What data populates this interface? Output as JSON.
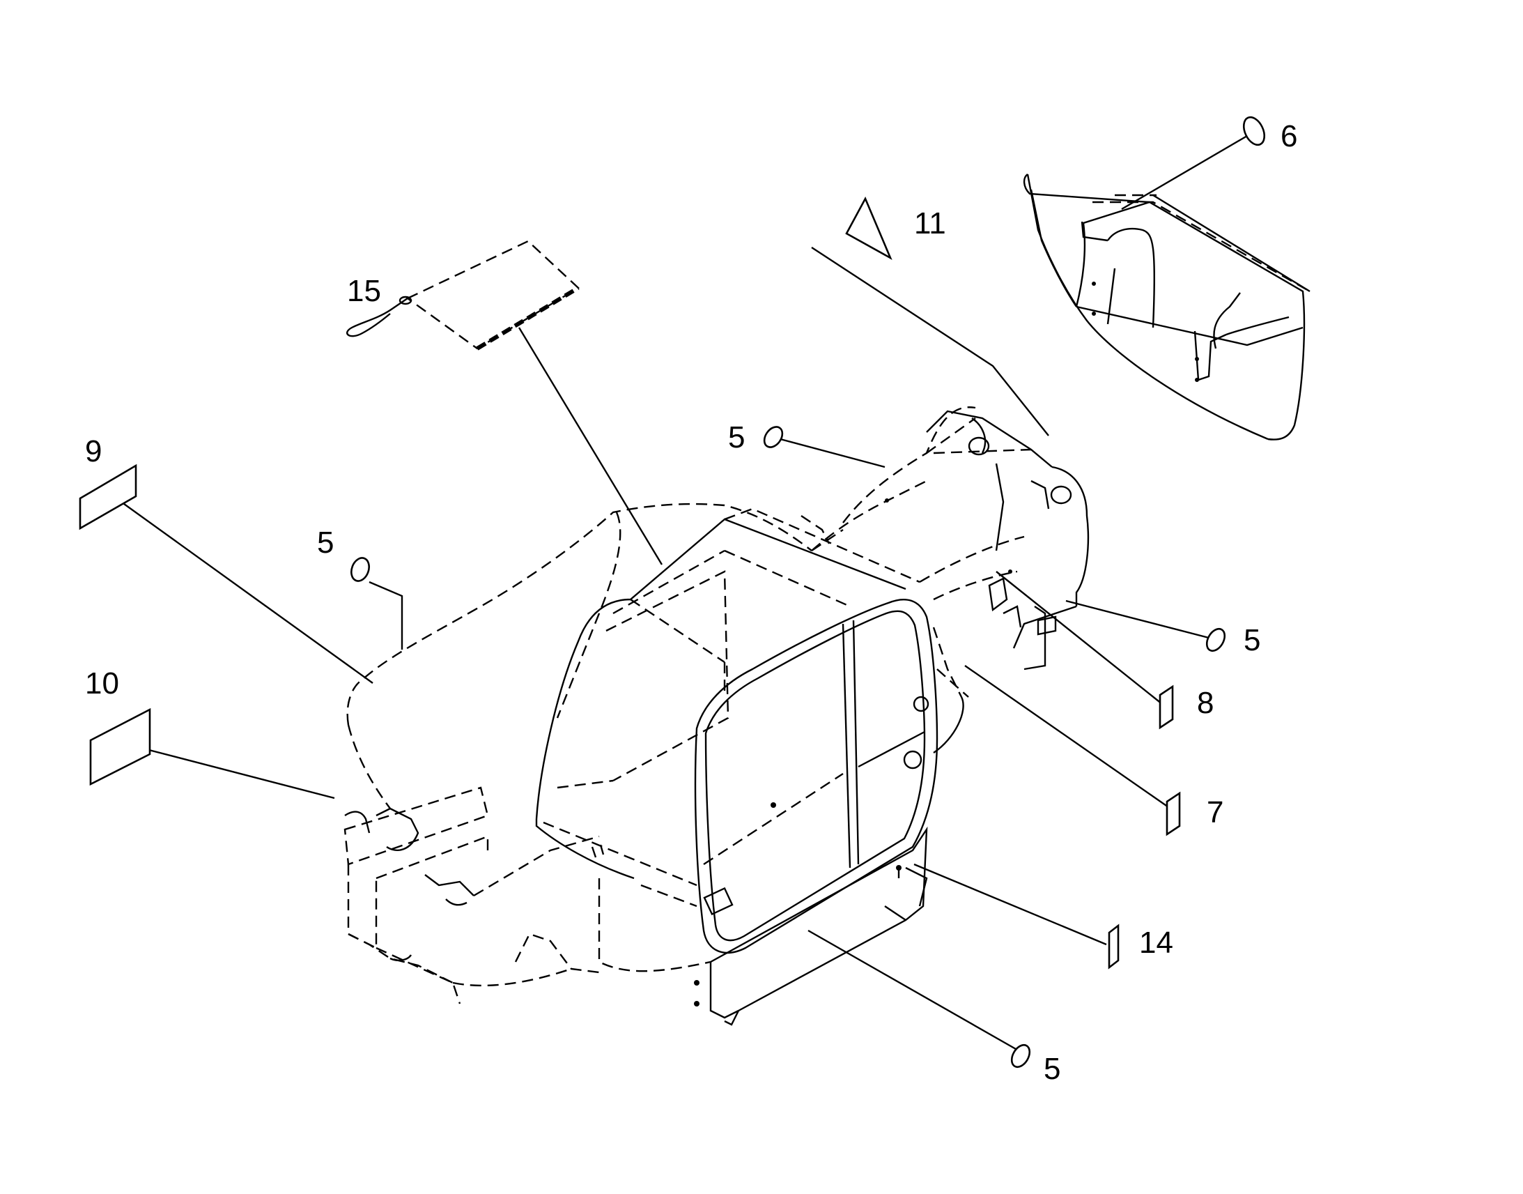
{
  "callouts": [
    {
      "id": "c15",
      "text": "15"
    },
    {
      "id": "c11",
      "text": "11"
    },
    {
      "id": "c6",
      "text": "6"
    },
    {
      "id": "c9",
      "text": "9"
    },
    {
      "id": "c5a",
      "text": "5"
    },
    {
      "id": "c5b",
      "text": "5"
    },
    {
      "id": "c5c",
      "text": "5"
    },
    {
      "id": "c10",
      "text": "10"
    },
    {
      "id": "c8",
      "text": "8"
    },
    {
      "id": "c7",
      "text": "7"
    },
    {
      "id": "c14",
      "text": "14"
    },
    {
      "id": "c5d",
      "text": "5"
    }
  ]
}
